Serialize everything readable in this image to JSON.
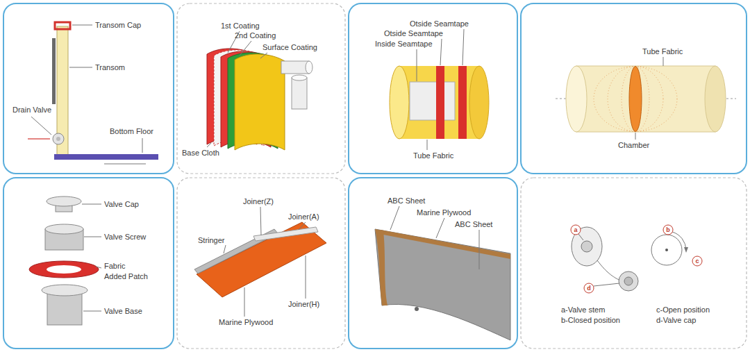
{
  "diagram": {
    "labels": [
      "Transom Cap",
      "Transom",
      "Drain Valve",
      "Bottom Floor",
      "1st Coating",
      "2nd Coating",
      "Surface Coating",
      "Base Cloth",
      "Otside Seamtape",
      "Otside Seamtape",
      "Inside Seamtape",
      "Tube Fabric",
      "Tube Fabric",
      "Chamber",
      "Valve Cap",
      "Valve Screw",
      "Fabric",
      "Added Patch",
      "Valve Base",
      "Joiner(Z)",
      "Joiner(A)",
      "Stringer",
      "Joiner(H)",
      "Marine Plywood",
      "ABC Sheet",
      "Marine Plywood",
      "ABC Sheet",
      "a",
      "b",
      "c",
      "d",
      "a-Valve stem",
      "b-Closed position",
      "c-Open position",
      "d-Valve cap"
    ]
  }
}
